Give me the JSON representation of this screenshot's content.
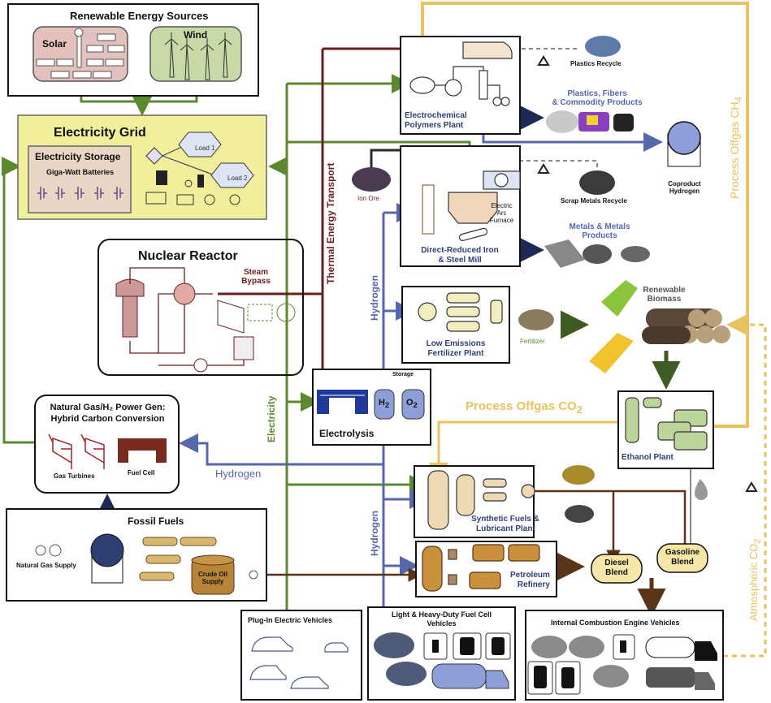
{
  "renewables": {
    "title": "Renewable Energy Sources",
    "solar": "Solar",
    "wind": "Wind"
  },
  "grid": {
    "title": "Electricity Grid",
    "storage_title": "Electricity Storage",
    "storage_sub": "Giga-Watt Batteries",
    "load1": "Load 1",
    "load2": "Load 2"
  },
  "nuclear": {
    "title": "Nuclear Reactor",
    "steam_bypass_1": "Steam",
    "steam_bypass_2": "Bypass"
  },
  "powergen": {
    "title_1": "Natural Gas/H₂ Power Gen:",
    "title_2": "Hybrid Carbon Conversion",
    "gas_turbines": "Gas Turbines",
    "fuel_cell": "Fuel Cell"
  },
  "fossil": {
    "title": "Fossil Fuels",
    "natural_gas": "Natural Gas Supply",
    "crude_1": "Crude Oil",
    "crude_2": "Supply"
  },
  "flows": {
    "thermal": "Thermal Energy Transport",
    "electricity": "Electricity",
    "hydrogen_upper": "Hydrogen",
    "hydrogen_lower": "Hydrogen",
    "hydrogen_horizontal": "Hydrogen",
    "offgas_co2": "Process Offgas CO",
    "offgas_co2_sub": "2",
    "offgas_ch4": "Process Offgas CH",
    "offgas_ch4_sub": "4",
    "atmospheric_co2": "Atmospheric CO",
    "atmospheric_co2_sub": "2"
  },
  "polymers": {
    "title_1": "Electrochemical",
    "title_2": "Polymers Plant",
    "recycle": "Plastics Recycle",
    "products_1": "Plastics, Fibers",
    "products_2": "& Commodity Products",
    "coproduct_1": "Coproduct",
    "coproduct_2": "Hydrogen"
  },
  "steel": {
    "title_1": "Direct-Reduced Iron",
    "title_2": "& Steel Mill",
    "ore": "Ion Ore",
    "eaf_1": "Electric",
    "eaf_2": "Arc",
    "eaf_3": "Furnace",
    "recycle": "Scrap Metals Recycle",
    "products_1": "Metals & Metals",
    "products_2": "Products"
  },
  "fertilizer": {
    "title_1": "Low Emissions",
    "title_2": "Fertilizer Plant",
    "product": "Fertilizer"
  },
  "biomass": {
    "title_1": "Renewable",
    "title_2": "Biomass"
  },
  "electrolysis": {
    "title": "Electrolysis",
    "storage": "Storage",
    "h2": "H",
    "o2": "O",
    "sub": "2"
  },
  "ethanol": {
    "title": "Ethanol Plant"
  },
  "synfuels": {
    "title_1": "Synthetic Fuels &",
    "title_2": "Lubricant Plant"
  },
  "refinery": {
    "title_1": "Petroleum",
    "title_2": "Refinery"
  },
  "blends": {
    "diesel_1": "Diesel",
    "diesel_2": "Blend",
    "gasoline_1": "Gasoline",
    "gasoline_2": "Blend"
  },
  "vehicles": {
    "pev": "Plug-In Electric Vehicles",
    "fcv_1": "Light & Heavy-Duty Fuel Cell",
    "fcv_2": "Vehicles",
    "ice": "Internal Combustion Engine Vehicles"
  },
  "colors": {
    "electricity": "#5b8a2e",
    "hydrogen": "#5667ad",
    "thermal": "#6b1f1f",
    "offgas": "#e8c25e",
    "grid_bg": "#f1ee9c",
    "solar_bg": "#e3c1bd",
    "wind_bg": "#c7d9a6"
  }
}
